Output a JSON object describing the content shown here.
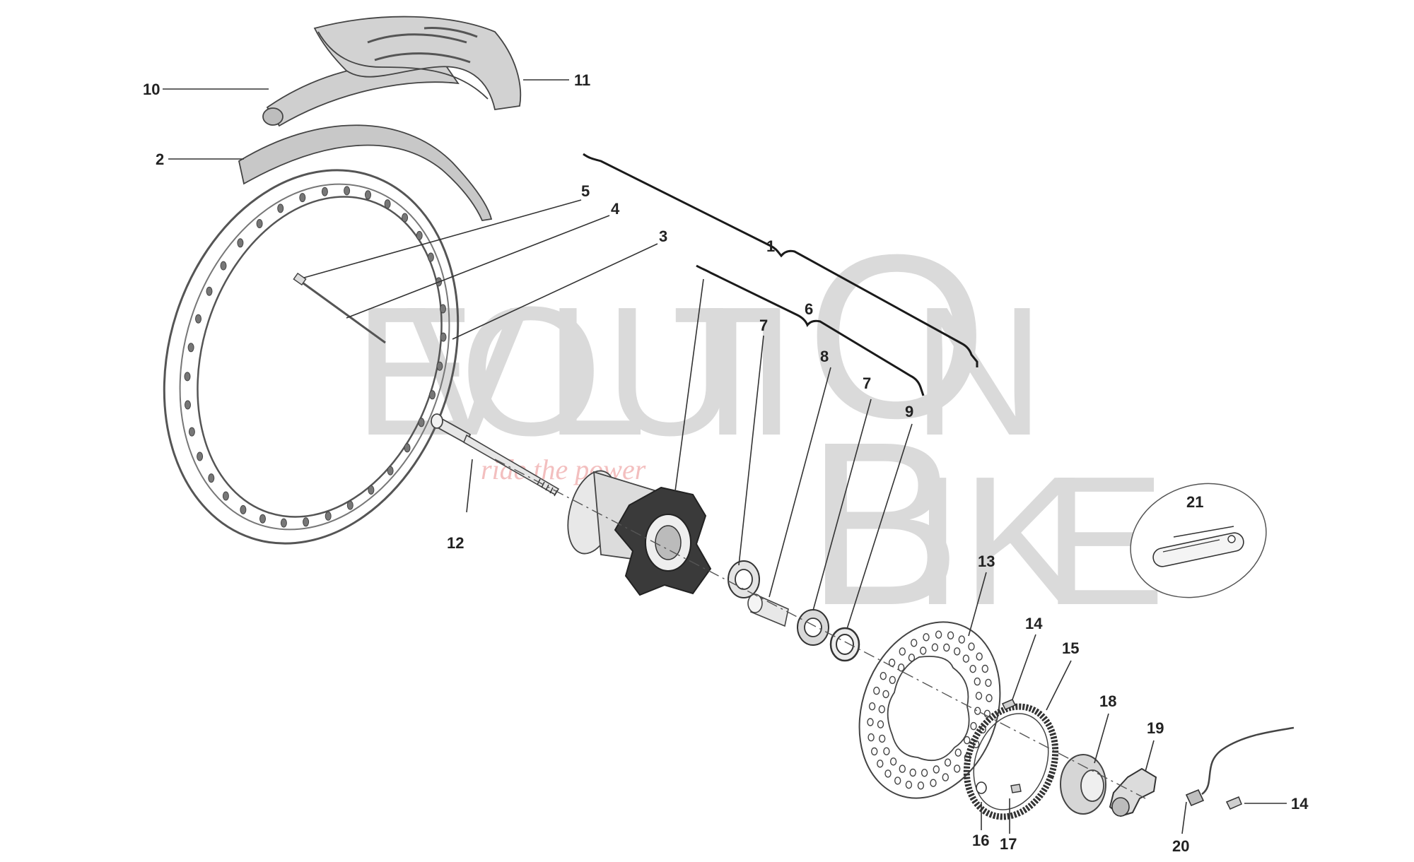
{
  "watermark": {
    "line1": [
      "E",
      "V",
      "O",
      "L",
      "U",
      "T",
      "I",
      "O",
      "N"
    ],
    "line2": [
      "B",
      "I",
      "K",
      "E"
    ],
    "tagline": "ride the power"
  },
  "labels": {
    "l1": "1",
    "l2": "2",
    "l3": "3",
    "l4": "4",
    "l5": "5",
    "l6": "6",
    "l7a": "7",
    "l7b": "7",
    "l8": "8",
    "l9": "9",
    "l10": "10",
    "l11": "11",
    "l12": "12",
    "l13": "13",
    "l14a": "14",
    "l14b": "14",
    "l15": "15",
    "l16": "16",
    "l17": "17",
    "l18": "18",
    "l19": "19",
    "l20": "20",
    "l21": "21"
  },
  "colors": {
    "tyre": "#cfcfcf",
    "metal": "#e6e6e6",
    "hub_dark": "#3a3a3a",
    "outline": "#444444",
    "watermark": "#d4d4d4",
    "tagline": "#f1b4b4"
  }
}
